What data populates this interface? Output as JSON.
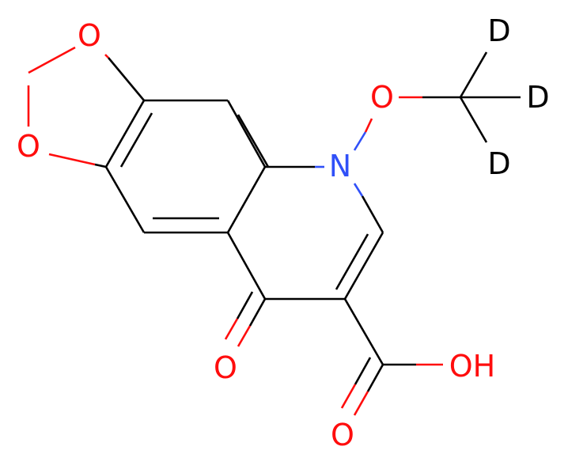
{
  "molecule": {
    "atoms": {
      "o_dioxole_top": "O",
      "o_dioxole_bottom": "O",
      "n_ring": "N",
      "o_methoxy": "O",
      "d1": "D",
      "d2": "D",
      "d3": "D",
      "o_ketone": "O",
      "o_carbonyl": "O",
      "oh_hydroxyl": "OH"
    },
    "colors": {
      "carbon_bond": "#000000",
      "oxygen": "#ff0d0d",
      "nitrogen": "#3050f8",
      "deuterium": "#000000"
    }
  }
}
